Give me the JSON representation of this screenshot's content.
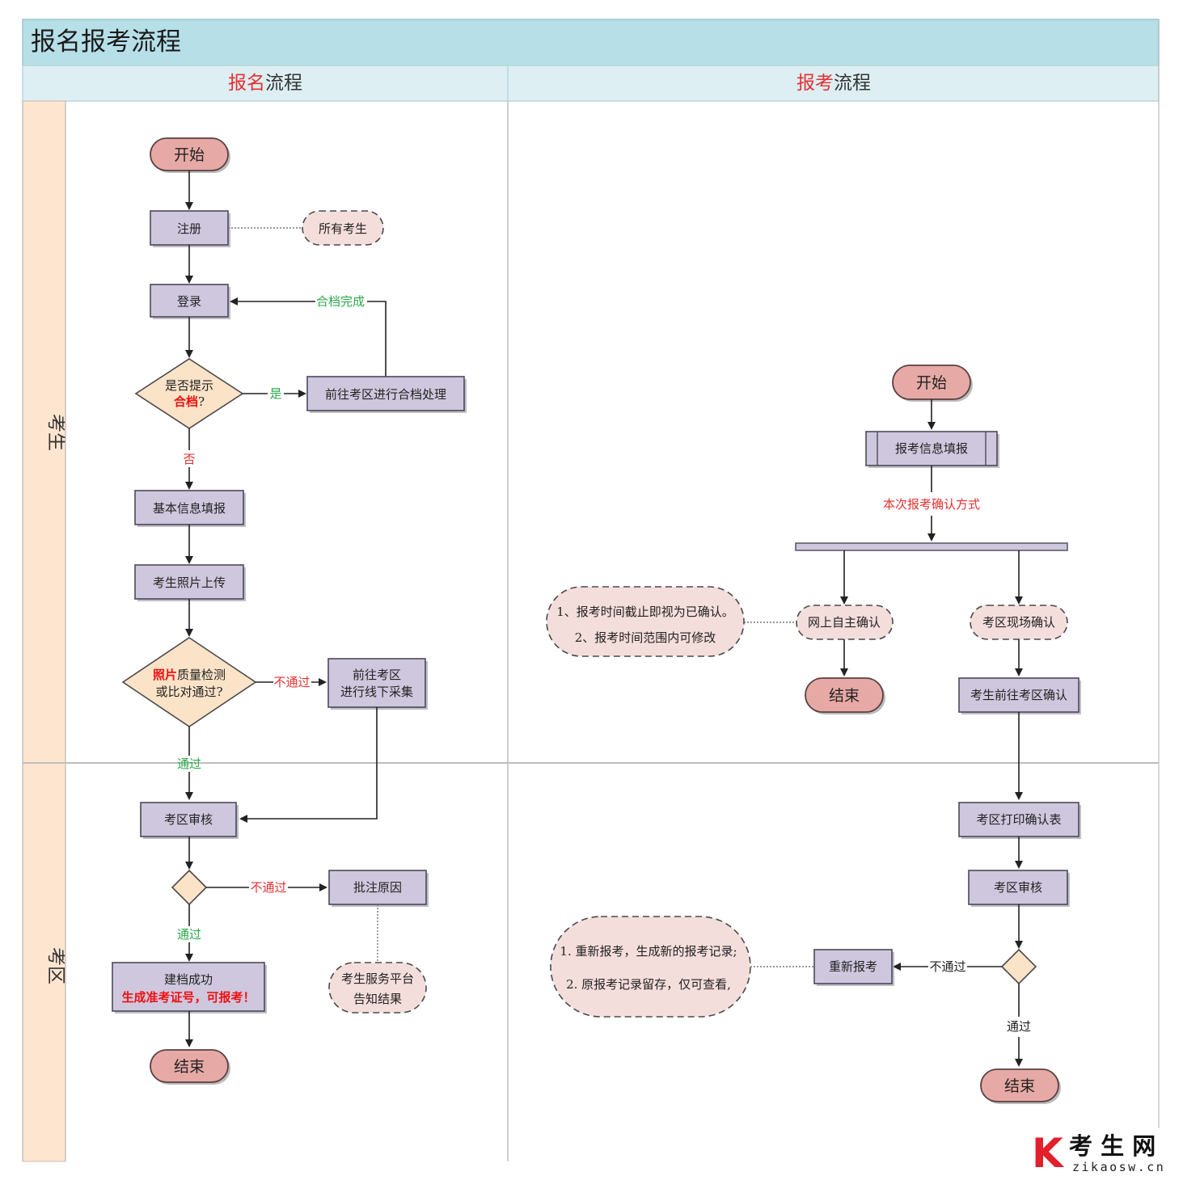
{
  "header": {
    "title": "报名报考流程",
    "col_left_hl": "报名",
    "col_left_rest": "流程",
    "col_right_hl": "报考",
    "col_right_rest": "流程"
  },
  "lanes": {
    "top": "考生",
    "bottom": "考区"
  },
  "registration": {
    "start": "开始",
    "register": "注册",
    "all_candidates": "所有考生",
    "login": "登录",
    "merge_done": "合档完成",
    "decision1_line1": "是否提示",
    "decision1_hl": "合档",
    "decision1_q": "?",
    "yes": "是",
    "go_merge": "前往考区进行合档处理",
    "no": "否",
    "basic_info": "基本信息填报",
    "photo_upload": "考生照片上传",
    "decision2_hl": "照片",
    "decision2_line1_rest": "质量检测",
    "decision2_line2": "或比对通过?",
    "not_pass_1": "不通过",
    "offline_line1": "前往考区",
    "offline_line2": "进行线下采集",
    "pass_1": "通过",
    "district_review": "考区审核",
    "not_pass_2": "不通过",
    "annotate_reason": "批注原因",
    "service_line1": "考生服务平台",
    "service_line2": "告知结果",
    "pass_2": "通过",
    "success_line1": "建档成功",
    "success_line2": "生成准考证号，可报考！",
    "end": "结束"
  },
  "examination": {
    "start": "开始",
    "fill_info": "报考信息填报",
    "confirm_method": "本次报考确认方式",
    "online_confirm": "网上自主确认",
    "onsite_confirm": "考区现场确认",
    "note1_line1": "1、报考时间截止即视为已确认。",
    "note1_line2": "2、报考时间范围内可修改",
    "end_online": "结束",
    "go_district": "考生前往考区确认",
    "print_form": "考区打印确认表",
    "district_review": "考区审核",
    "not_pass": "不通过",
    "reapply": "重新报考",
    "note2_line1": "1. 重新报考，生成新的报考记录;",
    "note2_line2": "2. 原报考记录留存，仅可查看,",
    "pass": "通过",
    "end": "结束"
  },
  "watermark": {
    "logo_letter": "K",
    "brand": "考 生 网",
    "domain": "zikaosw.cn"
  },
  "colors": {
    "header_bg": "#b7dfe8",
    "subheader_bg": "#ddeff3",
    "lane_bg": "#fde5d0",
    "process_fill": "#cfc7de",
    "terminal_fill": "#e6a9a5",
    "note_fill": "#f4dedb",
    "decision_fill": "#fbe3c8",
    "highlight_red": "#e53030",
    "label_green": "#2aa84a"
  }
}
